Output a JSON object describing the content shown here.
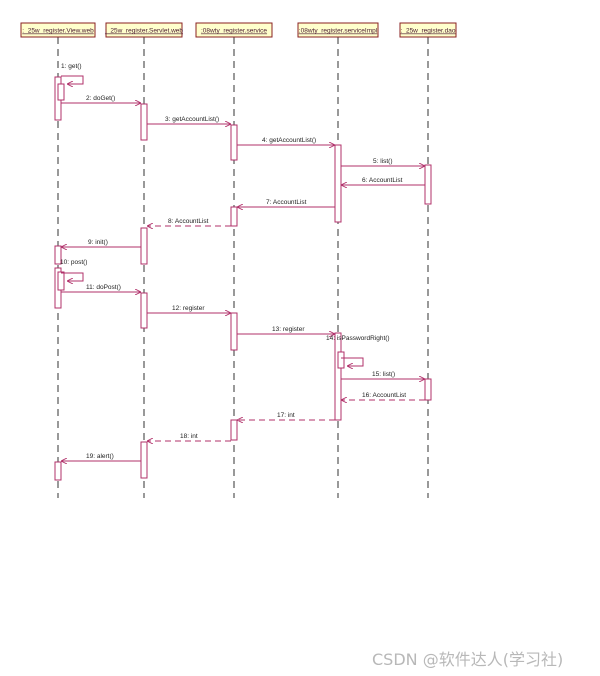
{
  "diagram": {
    "objects": [
      {
        "id": "view",
        "label": ":_25w_register.View.web"
      },
      {
        "id": "servlet",
        "label": ":_25w_register.Servlet.web"
      },
      {
        "id": "service",
        "label": ":08wty_register.service"
      },
      {
        "id": "serviceImpl",
        "label": ":08wty_register.serviceImpl"
      },
      {
        "id": "dao",
        "label": ":_25w_register.dao"
      }
    ],
    "messages": [
      {
        "label": "1: get()",
        "from": "view",
        "to": "view",
        "kind": "self"
      },
      {
        "label": "2: doGet()",
        "from": "view",
        "to": "servlet",
        "kind": "call"
      },
      {
        "label": "3: getAccountList()",
        "from": "servlet",
        "to": "service",
        "kind": "call"
      },
      {
        "label": "4: getAccountList()",
        "from": "service",
        "to": "serviceImpl",
        "kind": "call"
      },
      {
        "label": "5: list()",
        "from": "serviceImpl",
        "to": "dao",
        "kind": "call"
      },
      {
        "label": "6: AccountList",
        "from": "dao",
        "to": "serviceImpl",
        "kind": "call"
      },
      {
        "label": "7: AccountList",
        "from": "serviceImpl",
        "to": "service",
        "kind": "call"
      },
      {
        "label": "8: AccountList",
        "from": "service",
        "to": "servlet",
        "kind": "return"
      },
      {
        "label": "9: init()",
        "from": "servlet",
        "to": "view",
        "kind": "call"
      },
      {
        "label": "10: post()",
        "from": "view",
        "to": "view",
        "kind": "self"
      },
      {
        "label": "11: doPost()",
        "from": "view",
        "to": "servlet",
        "kind": "call"
      },
      {
        "label": "12: register",
        "from": "servlet",
        "to": "service",
        "kind": "call"
      },
      {
        "label": "13: register",
        "from": "service",
        "to": "serviceImpl",
        "kind": "call"
      },
      {
        "label": "14: isPasswordRight()",
        "from": "serviceImpl",
        "to": "serviceImpl",
        "kind": "self"
      },
      {
        "label": "15: list()",
        "from": "serviceImpl",
        "to": "dao",
        "kind": "call"
      },
      {
        "label": "16: AccountList",
        "from": "dao",
        "to": "serviceImpl",
        "kind": "return"
      },
      {
        "label": "17: int",
        "from": "serviceImpl",
        "to": "service",
        "kind": "return"
      },
      {
        "label": "18: int",
        "from": "service",
        "to": "servlet",
        "kind": "return"
      },
      {
        "label": "19: alert()",
        "from": "servlet",
        "to": "view",
        "kind": "call"
      }
    ],
    "line_color": "#b0306a",
    "box_fill": "#ffffcc"
  },
  "watermark": "CSDN @软件达人(学习社)"
}
